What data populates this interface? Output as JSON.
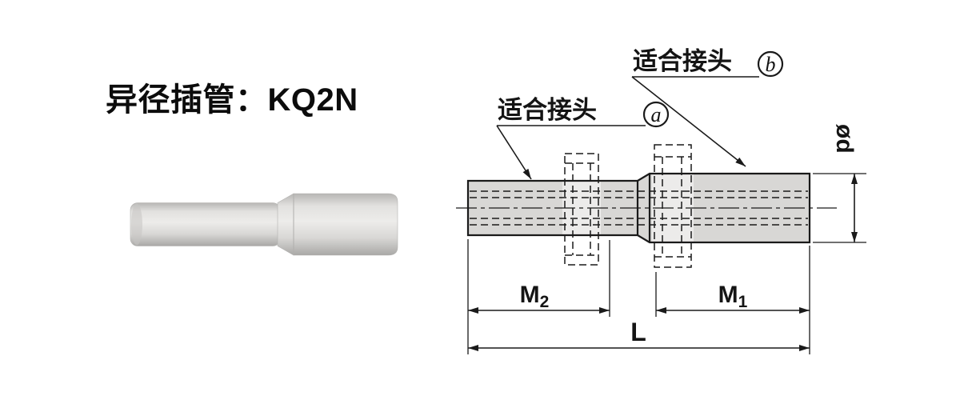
{
  "title": "异径插管：KQ2N",
  "drawing": {
    "fit_label_a": "适合接头",
    "fit_label_b": "适合接头",
    "callout_a": "a",
    "callout_b": "b",
    "dim_d": "ød",
    "dim_m2_base": "M",
    "dim_m2_sub": "2",
    "dim_m1_base": "M",
    "dim_m1_sub": "1",
    "dim_l": "L"
  },
  "colors": {
    "line": "#1a1a1a",
    "part_fill": "#d8d7d5",
    "background": "#ffffff"
  }
}
